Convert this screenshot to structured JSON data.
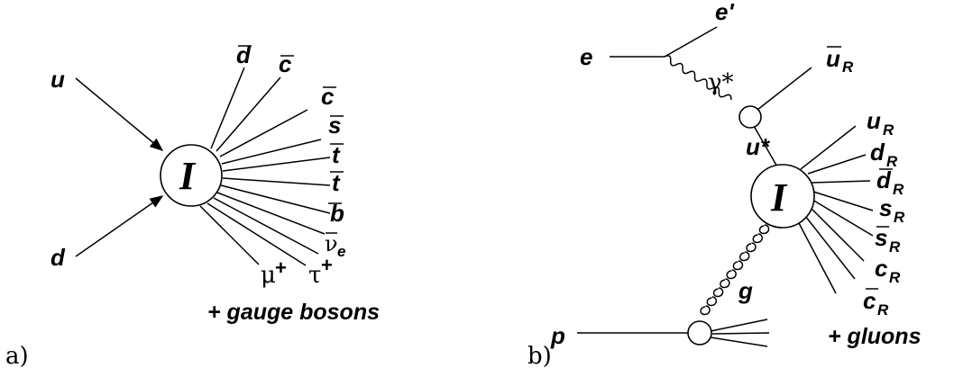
{
  "panel_a": {
    "label": "a)",
    "vertex": "I",
    "incoming": [
      "u",
      "d"
    ],
    "outgoing": [
      "d",
      "c",
      "c",
      "s",
      "t",
      "t",
      "b",
      "ν",
      "e",
      "μ",
      "+",
      "τ",
      "+"
    ],
    "footer": "+ gauge bosons"
  },
  "panel_b": {
    "label": "b)",
    "vertex": "I",
    "electron_in": "e",
    "electron_out": "e'",
    "photon": "γ*",
    "quark_star": "u*",
    "proton": "p",
    "gluon": "g",
    "subscript": "R",
    "outgoing": [
      "u",
      "u",
      "d",
      "d",
      "s",
      "s",
      "c",
      "c"
    ],
    "footer": "+ gluons"
  }
}
